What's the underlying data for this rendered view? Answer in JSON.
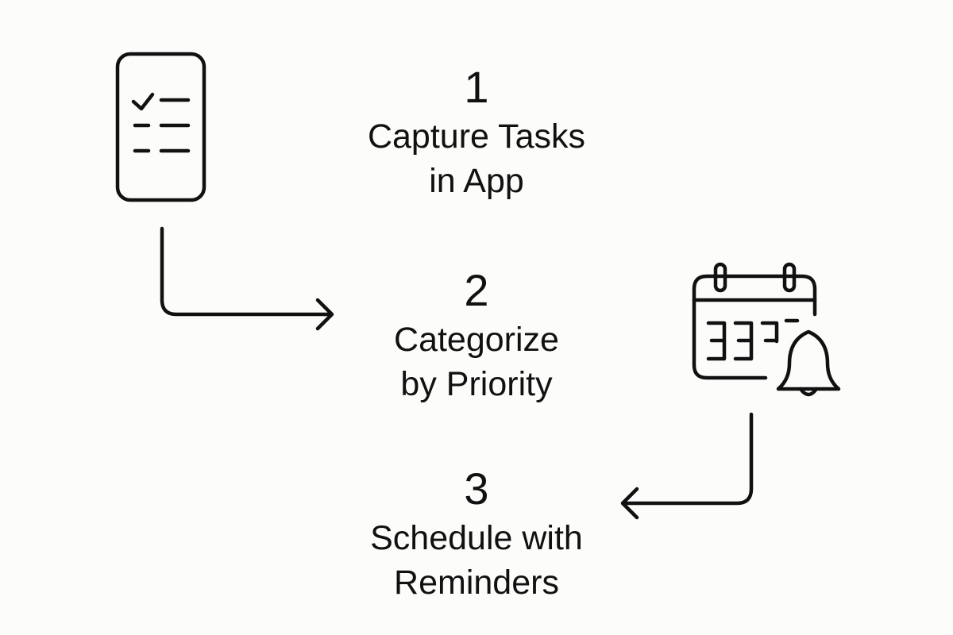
{
  "steps": [
    {
      "number": "1",
      "label_line1": "Capture Tasks",
      "label_line2": "in App"
    },
    {
      "number": "2",
      "label_line1": "Categorize",
      "label_line2": "by Priority"
    },
    {
      "number": "3",
      "label_line1": "Schedule with",
      "label_line2": "Reminders"
    }
  ],
  "icons": {
    "step_1": "checklist-phone-icon",
    "step_3": "calendar-bell-icon"
  },
  "colors": {
    "background": "#fcfcfa",
    "ink": "#111111"
  }
}
